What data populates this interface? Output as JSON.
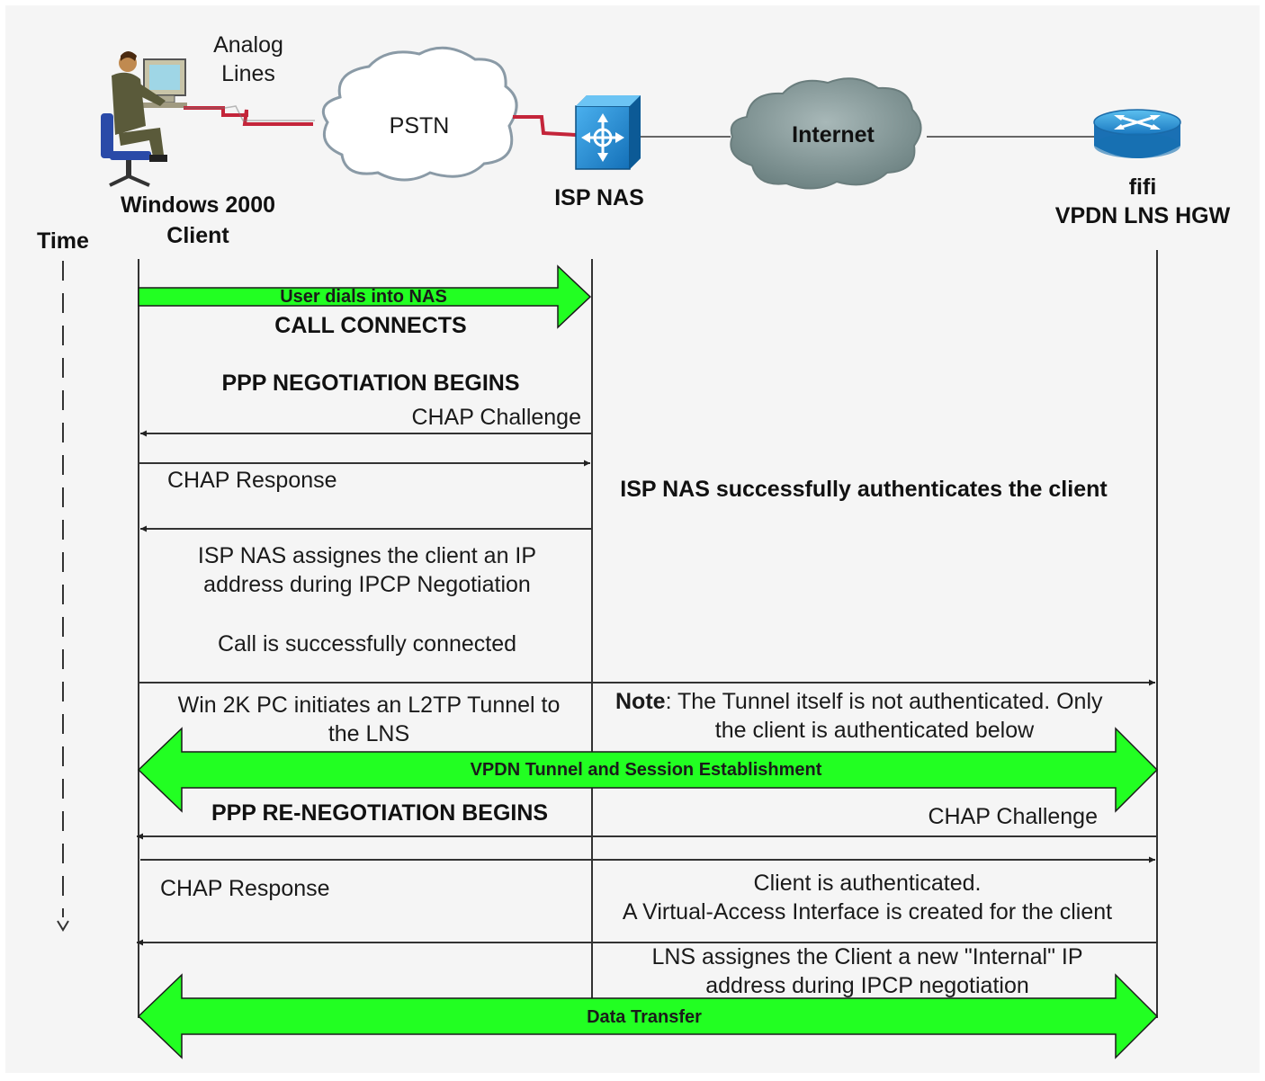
{
  "nodes": {
    "client_line1": "Windows 2000",
    "client_line2": "Client",
    "link_label_line1": "Analog",
    "link_label_line2": "Lines",
    "pstn": "PSTN",
    "nas": "ISP NAS",
    "internet": "Internet",
    "lns_line1": "fifi",
    "lns_line2": "VPDN LNS HGW"
  },
  "time_label": "Time",
  "messages": {
    "user_dials": "User dials into NAS",
    "call_connects": "CALL CONNECTS",
    "ppp_begins": "PPP NEGOTIATION BEGINS",
    "chap_challenge_1": "CHAP Challenge",
    "chap_response_1": "CHAP Response",
    "nas_auth": "ISP NAS successfully authenticates the client",
    "ipcp_line1": "ISP NAS assignes the client an IP",
    "ipcp_line2": "address during IPCP Negotiation",
    "call_connected": "Call is successfully connected",
    "l2tp_line1": "Win 2K PC initiates an L2TP Tunnel to",
    "l2tp_line2": "the LNS",
    "note_bold": "Note",
    "note_line1_rest": ": The Tunnel itself is not authenticated. Only",
    "note_line2": "the client is authenticated below",
    "vpdn_tunnel": "VPDN Tunnel and Session  Establishment",
    "ppp_renegotiation": "PPP RE-NEGOTIATION BEGINS",
    "chap_challenge_2": "CHAP Challenge",
    "chap_response_2": "CHAP Response",
    "client_auth_line1": "Client is authenticated.",
    "client_auth_line2": "A Virtual-Access Interface is created for the client",
    "lns_ip_line1": "LNS assignes the Client a new \"Internal\" IP",
    "lns_ip_line2": "address during IPCP negotiation",
    "data_transfer": "Data Transfer"
  },
  "colors": {
    "green_arrow": "#22ff22",
    "pstn_link": "#c4253a",
    "cloud_internet": "#8c9e9e",
    "nas_blue": "#1e90d8",
    "router_blue": "#2a9ad8",
    "line": "#333333"
  }
}
